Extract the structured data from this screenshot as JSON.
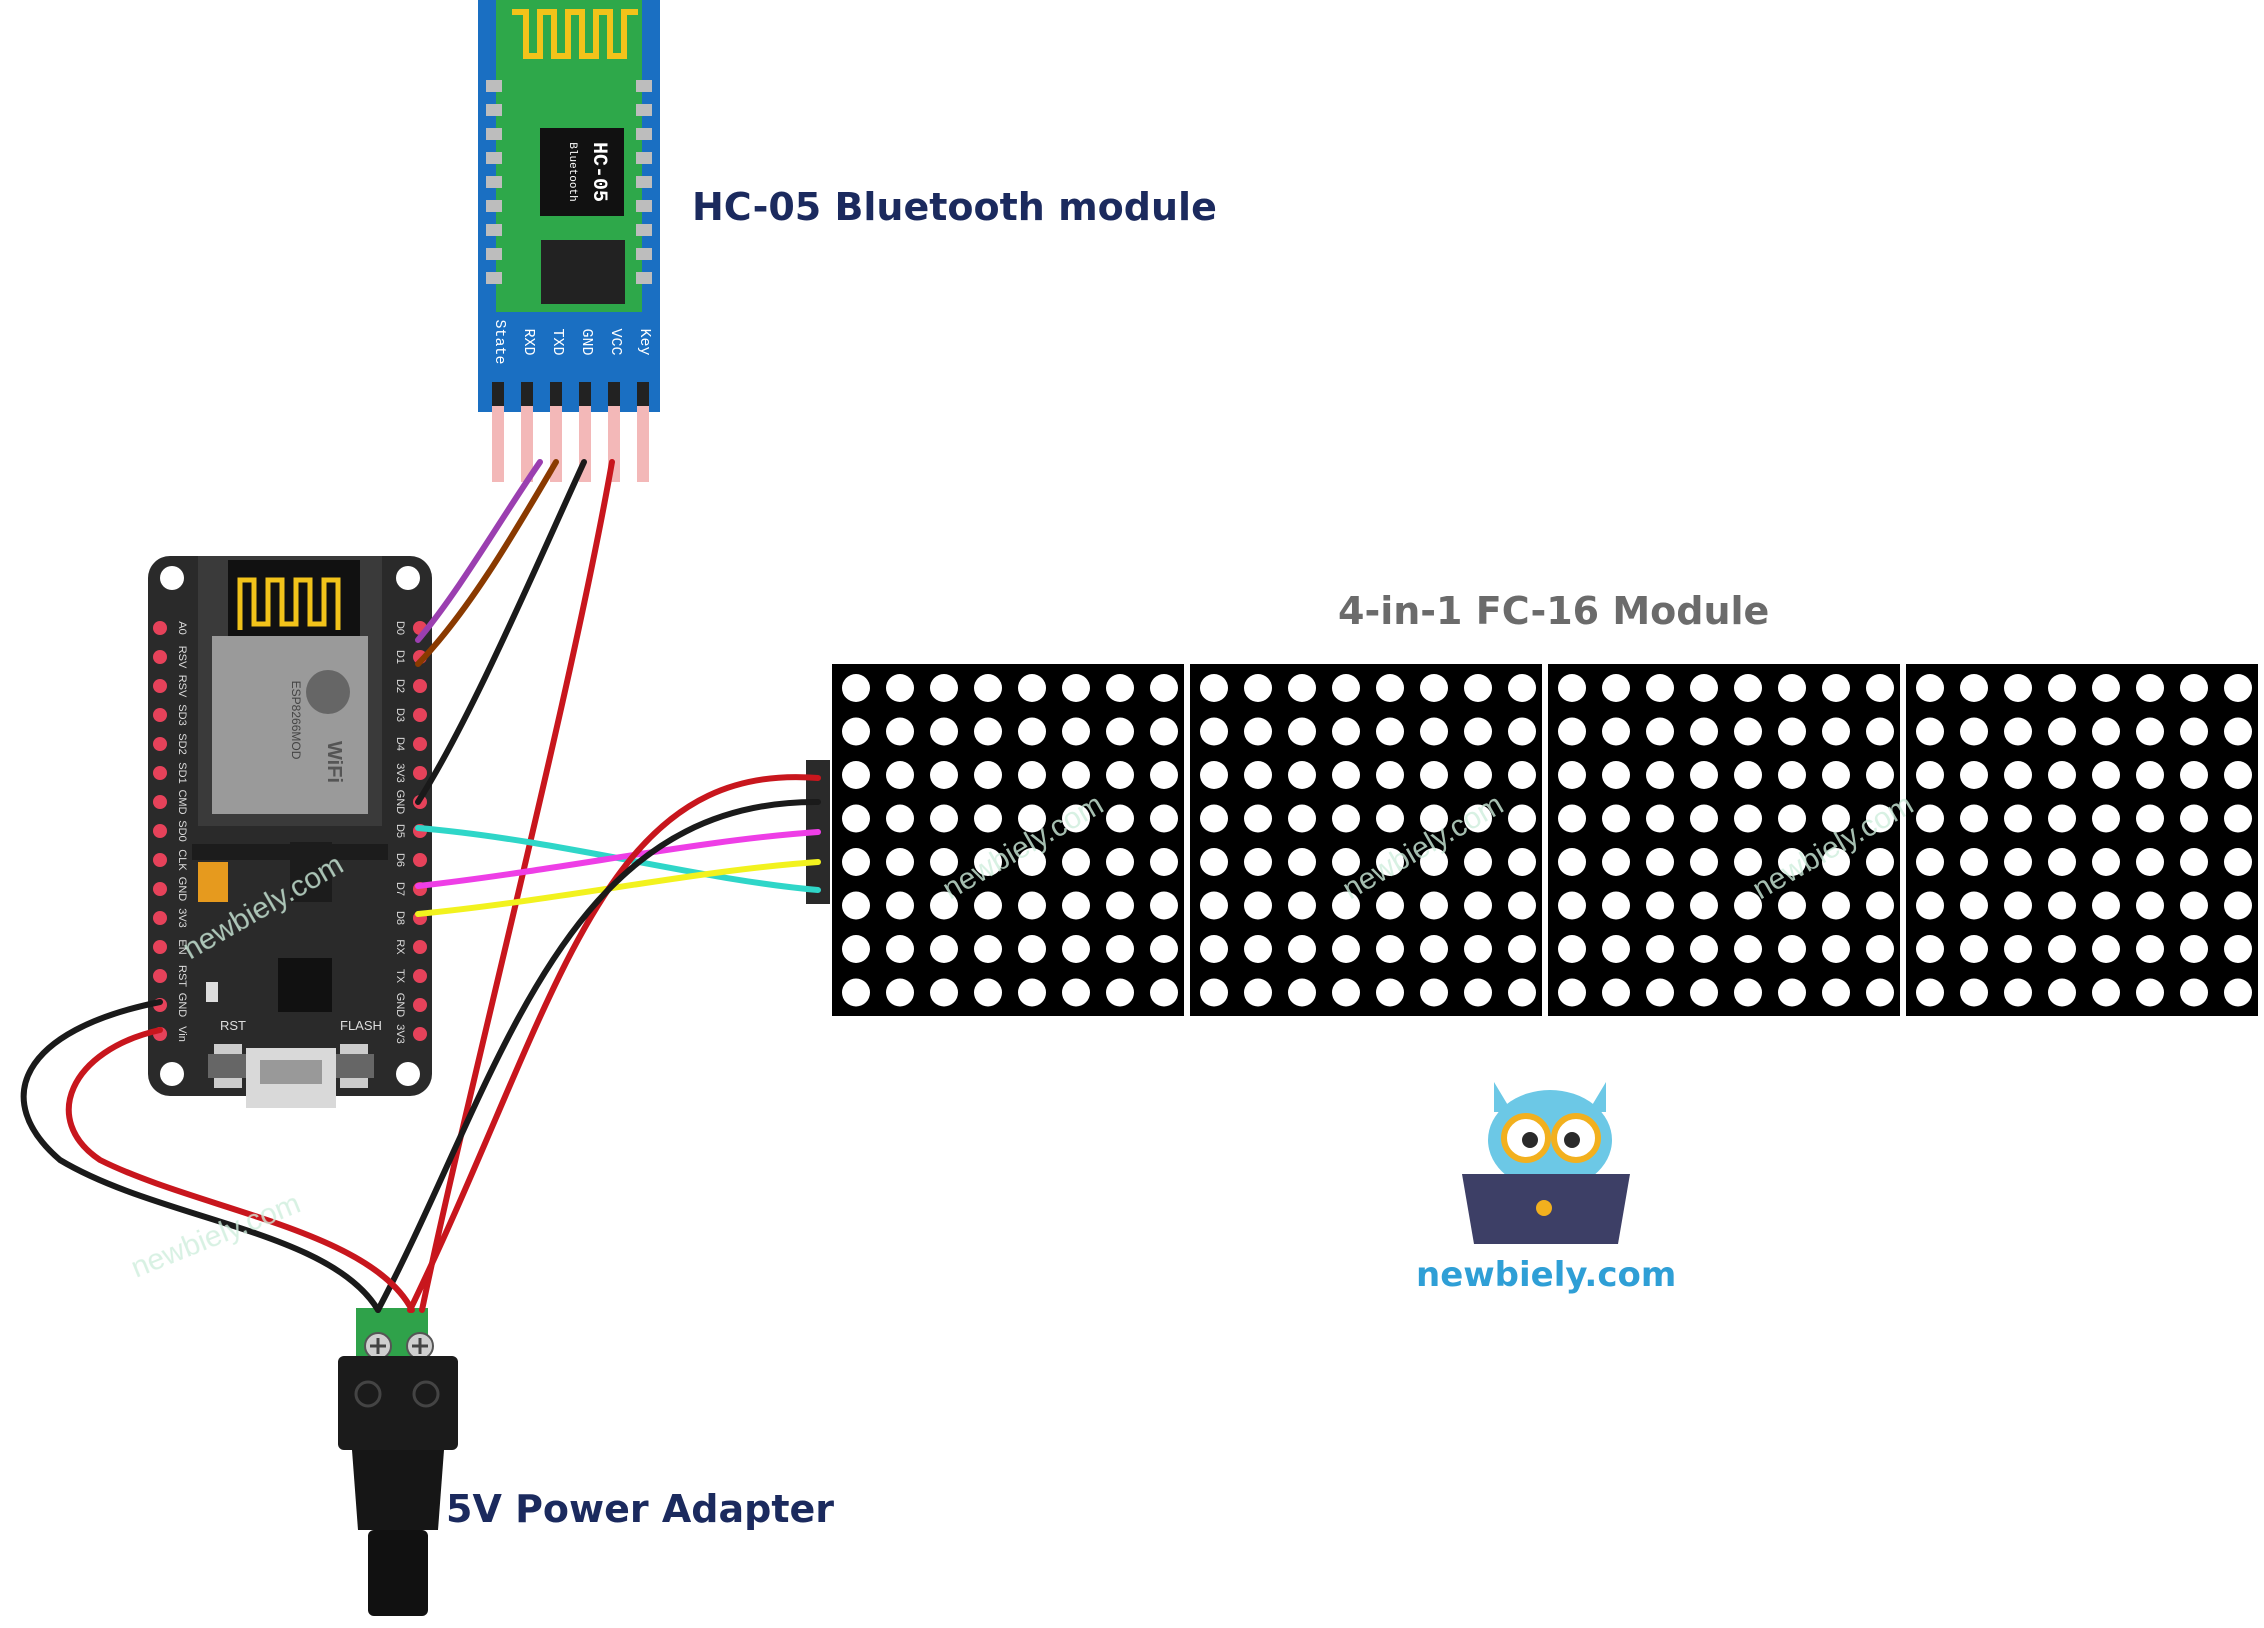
{
  "labels": {
    "bluetooth": "HC-05 Bluetooth module",
    "matrix": "4-in-1 FC-16 Module",
    "power": "5V Power Adapter",
    "brand": "newbiely.com"
  },
  "hc05": {
    "chip_title": "HC-05",
    "chip_sub": "Bluetooth",
    "pins": [
      "State",
      "RXD",
      "TXD",
      "GND",
      "VCC",
      "Key"
    ]
  },
  "esp": {
    "shield_text": "ESP8266MOD",
    "wifi_text": "WiFi",
    "left_pins": [
      "A0",
      "RSV",
      "RSV",
      "SD3",
      "SD2",
      "SD1",
      "CMD",
      "SD0",
      "CLK",
      "GND",
      "3V3",
      "EN",
      "RST",
      "GND",
      "Vin"
    ],
    "right_pins": [
      "D0",
      "D1",
      "D2",
      "D3",
      "D4",
      "3V3",
      "GND",
      "D5",
      "D6",
      "D7",
      "D8",
      "RX",
      "TX",
      "GND",
      "3V3"
    ],
    "button_left": "RST",
    "button_right": "FLASH"
  },
  "matrix": {
    "modules": 4,
    "rows": 8,
    "cols": 8
  },
  "watermark": "newbiely.com",
  "colors": {
    "wire_purple": "#9b3fb0",
    "wire_brown": "#8a3a00",
    "wire_black": "#1a1a1a",
    "wire_red": "#c8161d",
    "wire_cyan": "#2fd6c8",
    "wire_magenta": "#ee3ee6",
    "wire_yellow": "#f2f21e",
    "label_navy": "#1b2a5e",
    "label_grey": "#6b6b6b",
    "brand_blue": "#2f9fd6"
  }
}
